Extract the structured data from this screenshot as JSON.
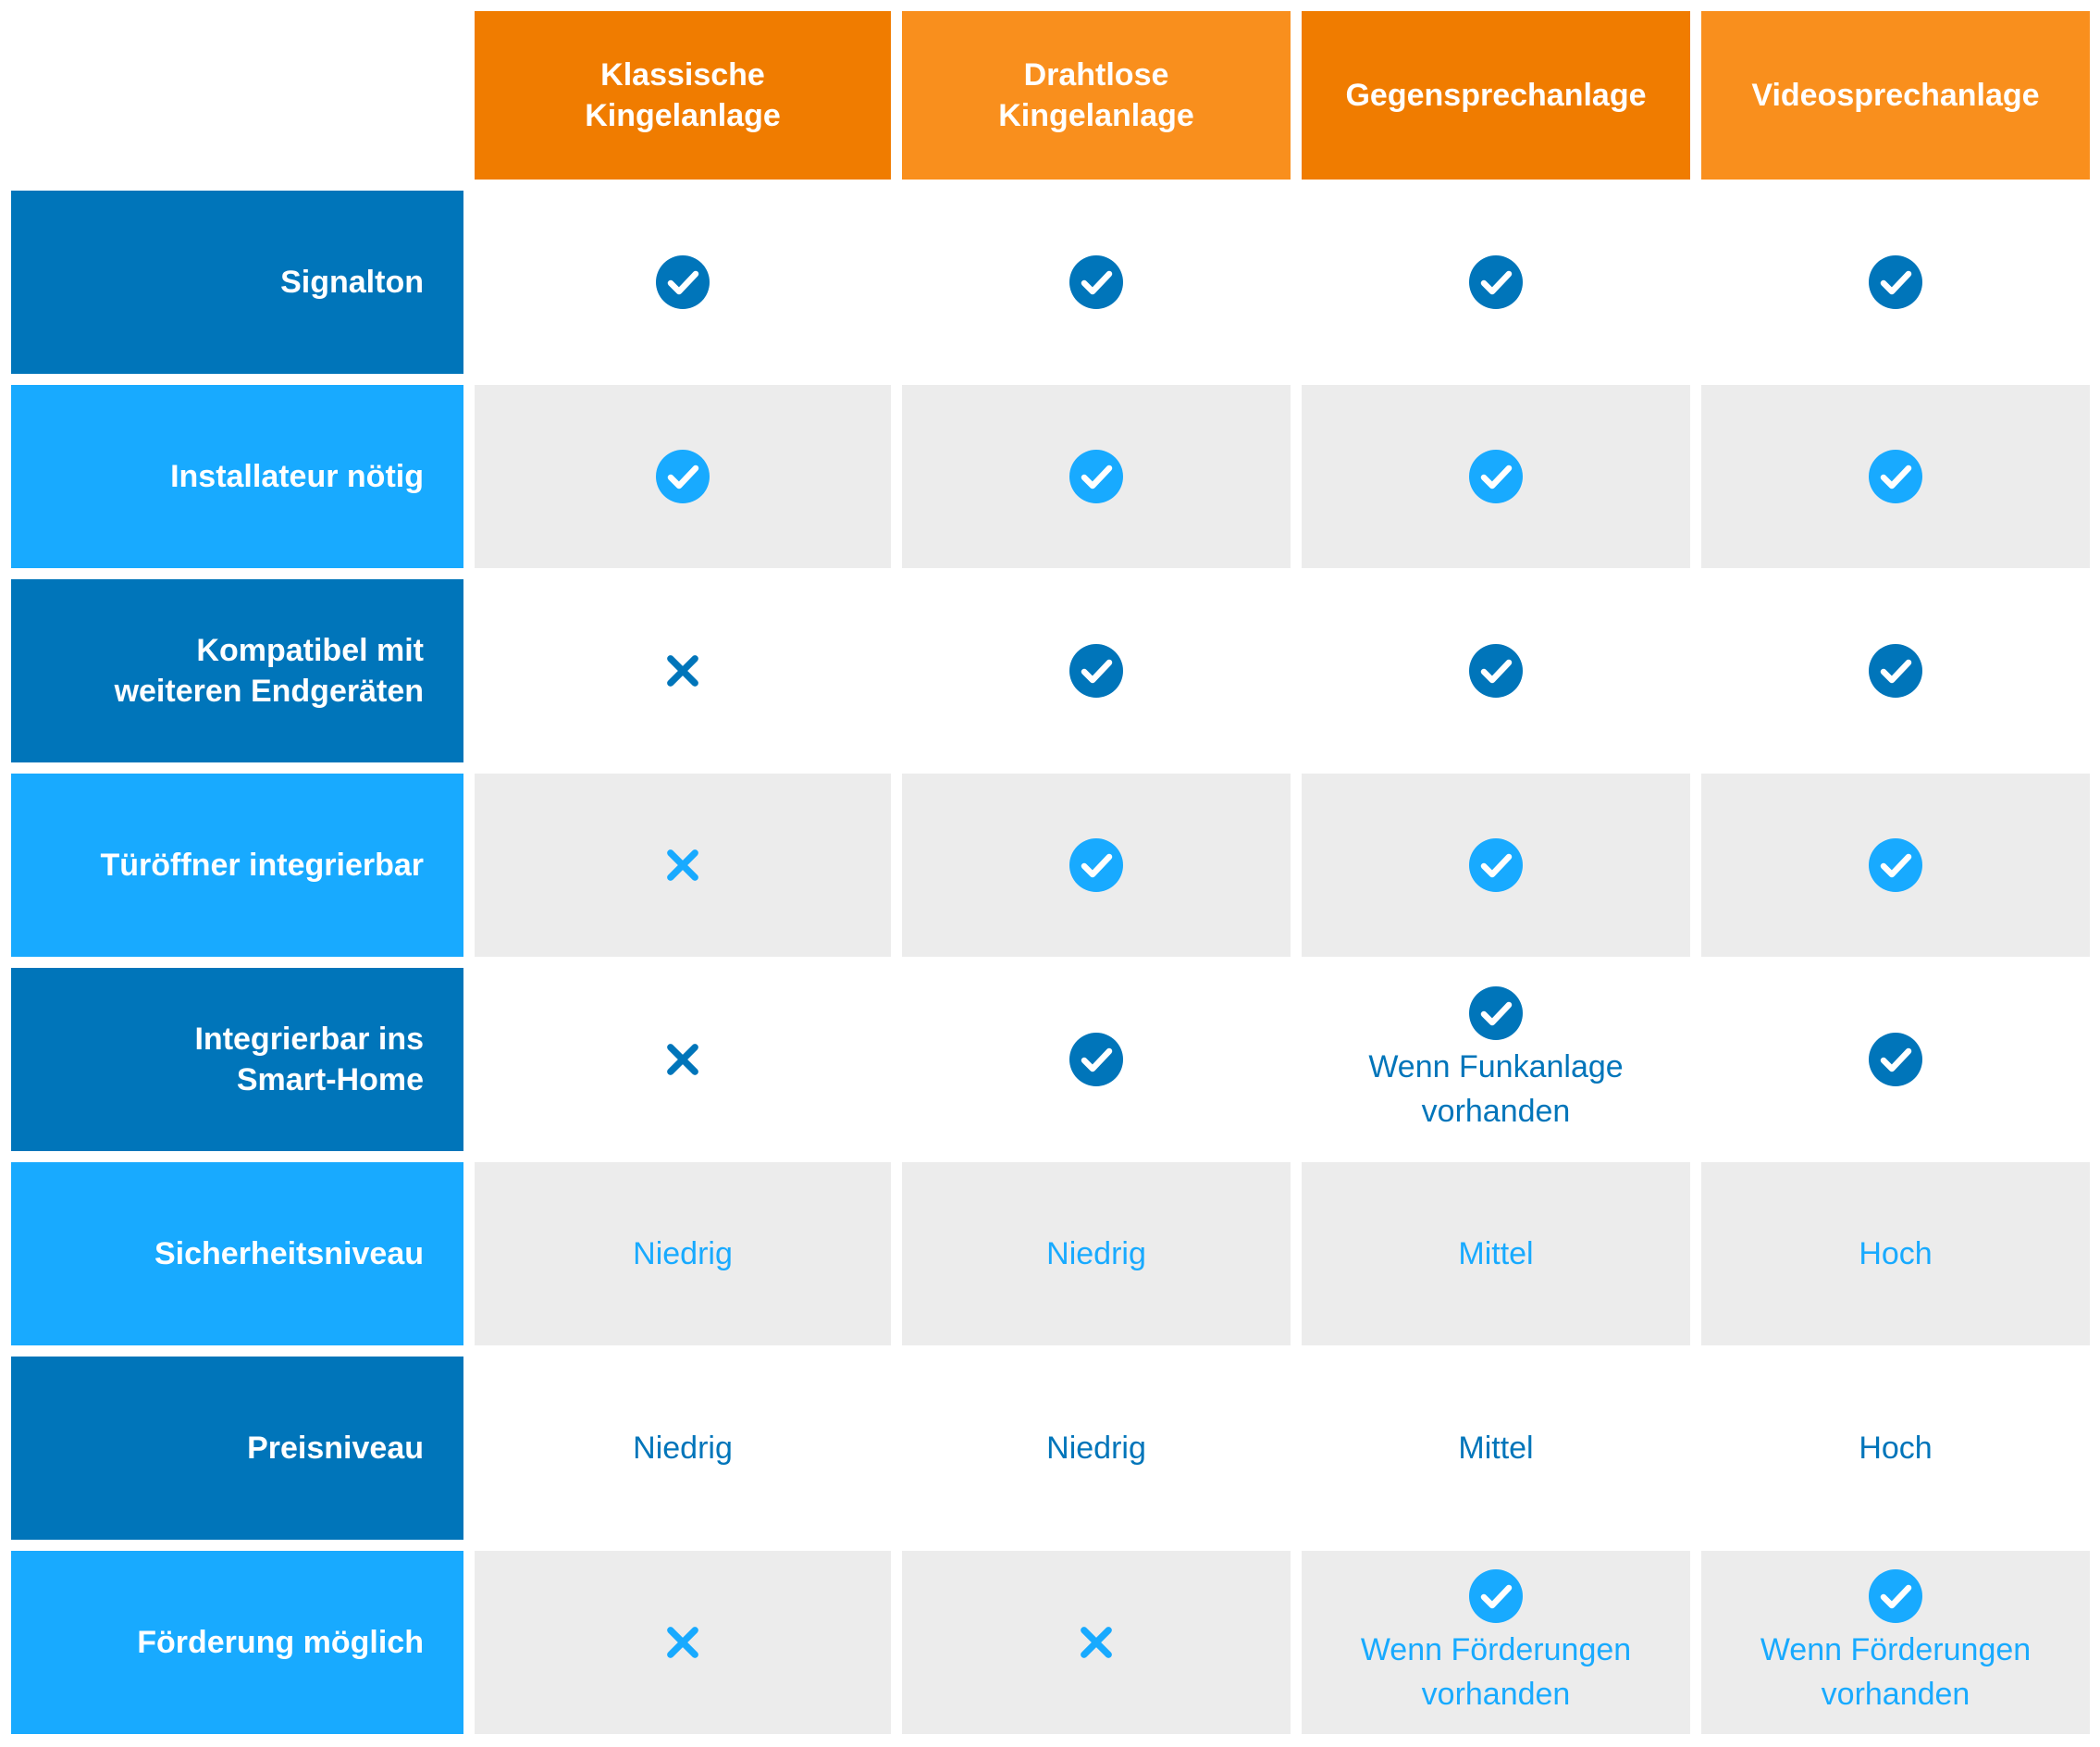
{
  "colors": {
    "header_orange_dark": "#f07c00",
    "header_orange_light": "#f98f1d",
    "row_blue_dark": "#0075ba",
    "row_blue_light": "#18aaff",
    "cell_gray": "#ececec"
  },
  "columns": [
    "Klassische\nKingelanlage",
    "Drahtlose\nKingelanlage",
    "Gegensprechanlage",
    "Videosprechanlage"
  ],
  "rows": [
    {
      "label": "Signalton",
      "cells": [
        {
          "icon": "check-icon"
        },
        {
          "icon": "check-icon"
        },
        {
          "icon": "check-icon"
        },
        {
          "icon": "check-icon"
        }
      ]
    },
    {
      "label": "Installateur nötig",
      "cells": [
        {
          "icon": "check-icon"
        },
        {
          "icon": "check-icon"
        },
        {
          "icon": "check-icon"
        },
        {
          "icon": "check-icon"
        }
      ]
    },
    {
      "label": "Kompatibel mit\nweiteren Endgeräten",
      "cells": [
        {
          "icon": "x-icon"
        },
        {
          "icon": "check-icon"
        },
        {
          "icon": "check-icon"
        },
        {
          "icon": "check-icon"
        }
      ]
    },
    {
      "label": "Türöffner integrierbar",
      "cells": [
        {
          "icon": "x-icon"
        },
        {
          "icon": "check-icon"
        },
        {
          "icon": "check-icon"
        },
        {
          "icon": "check-icon"
        }
      ]
    },
    {
      "label": "Integrierbar ins\nSmart-Home",
      "cells": [
        {
          "icon": "x-icon"
        },
        {
          "icon": "check-icon"
        },
        {
          "icon": "check-icon",
          "text": "Wenn Funkanlage\nvorhanden"
        },
        {
          "icon": "check-icon"
        }
      ]
    },
    {
      "label": "Sicherheitsniveau",
      "cells": [
        {
          "text": "Niedrig"
        },
        {
          "text": "Niedrig"
        },
        {
          "text": "Mittel"
        },
        {
          "text": "Hoch"
        }
      ]
    },
    {
      "label": "Preisniveau",
      "cells": [
        {
          "text": "Niedrig"
        },
        {
          "text": "Niedrig"
        },
        {
          "text": "Mittel"
        },
        {
          "text": "Hoch"
        }
      ]
    },
    {
      "label": "Förderung möglich",
      "cells": [
        {
          "icon": "x-icon"
        },
        {
          "icon": "x-icon"
        },
        {
          "icon": "check-icon",
          "text": "Wenn Förderungen\nvorhanden"
        },
        {
          "icon": "check-icon",
          "text": "Wenn Förderungen\nvorhanden"
        }
      ]
    }
  ]
}
